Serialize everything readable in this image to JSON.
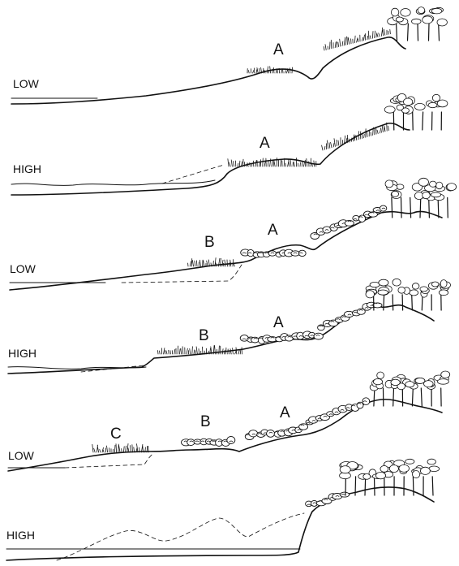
{
  "panels": [
    {
      "water_level": "LOW",
      "zones": [
        "A"
      ]
    },
    {
      "water_level": "HIGH",
      "zones": [
        "A"
      ]
    },
    {
      "water_level": "LOW",
      "zones": [
        "B",
        "A"
      ]
    },
    {
      "water_level": "HIGH",
      "zones": [
        "B",
        "A"
      ]
    },
    {
      "water_level": "LOW",
      "zones": [
        "C",
        "B",
        "A"
      ]
    },
    {
      "water_level": "HIGH",
      "zones": []
    }
  ],
  "colors": {
    "ink": "#111111",
    "background": "#ffffff"
  },
  "icon_names": [
    "grass-tuft-icon",
    "shrub-icon",
    "tree-icon"
  ]
}
